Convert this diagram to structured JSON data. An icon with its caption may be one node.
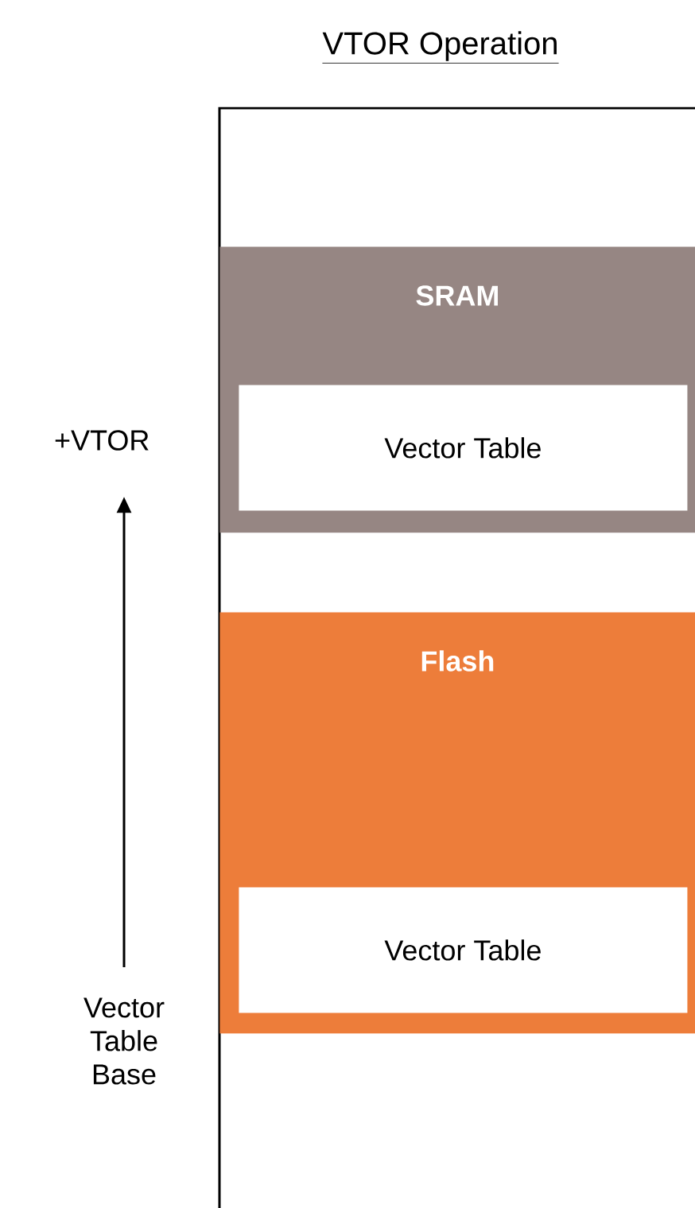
{
  "diagram": {
    "title": "VTOR Operation",
    "nodes": [
      {
        "text": [
          "SRAM"
        ]
      },
      {
        "text": [
          "Vector Table"
        ],
        "in": 0
      },
      {
        "text": [
          "Flash"
        ]
      },
      {
        "text": [
          "Vector Table"
        ],
        "in": 2
      },
      {
        "text": [
          "+VTOR"
        ]
      },
      {
        "text": [
          "Vector Table Base"
        ]
      }
    ],
    "edges": [
      {
        "from": 5,
        "to": 4,
        "arrow": "to"
      }
    ]
  }
}
